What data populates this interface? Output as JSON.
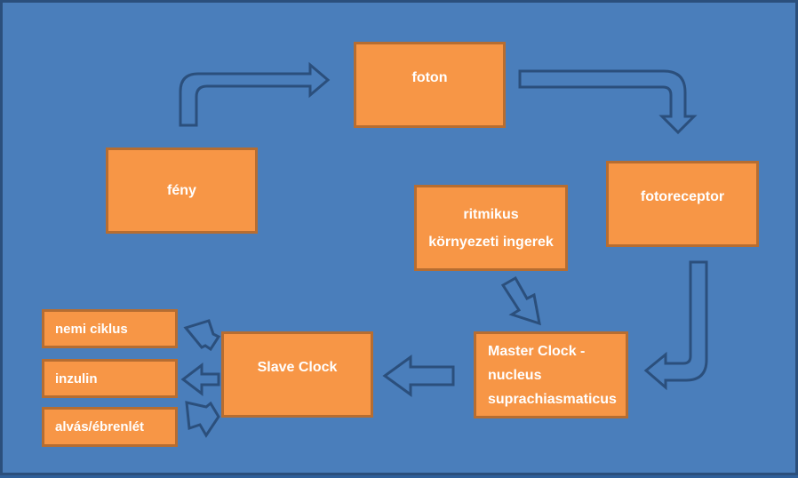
{
  "boxes": {
    "feny": "fény",
    "foton": "foton",
    "fotoreceptor": "fotoreceptor",
    "ritmikus_line1": "ritmikus",
    "ritmikus_line2": "környezeti ingerek",
    "master_line1": "Master Clock -",
    "master_line2": "nucleus",
    "master_line3": "suprachiasmaticus",
    "slave": "Slave Clock",
    "nemi": "nemi ciklus",
    "inzulin": "inzulin",
    "alvas": "alvás/ébrenlét"
  },
  "colors": {
    "background": "#4a7ebb",
    "box_fill": "#f79646",
    "box_border": "#b66d31",
    "arrow_outline": "#2b4f7c"
  }
}
